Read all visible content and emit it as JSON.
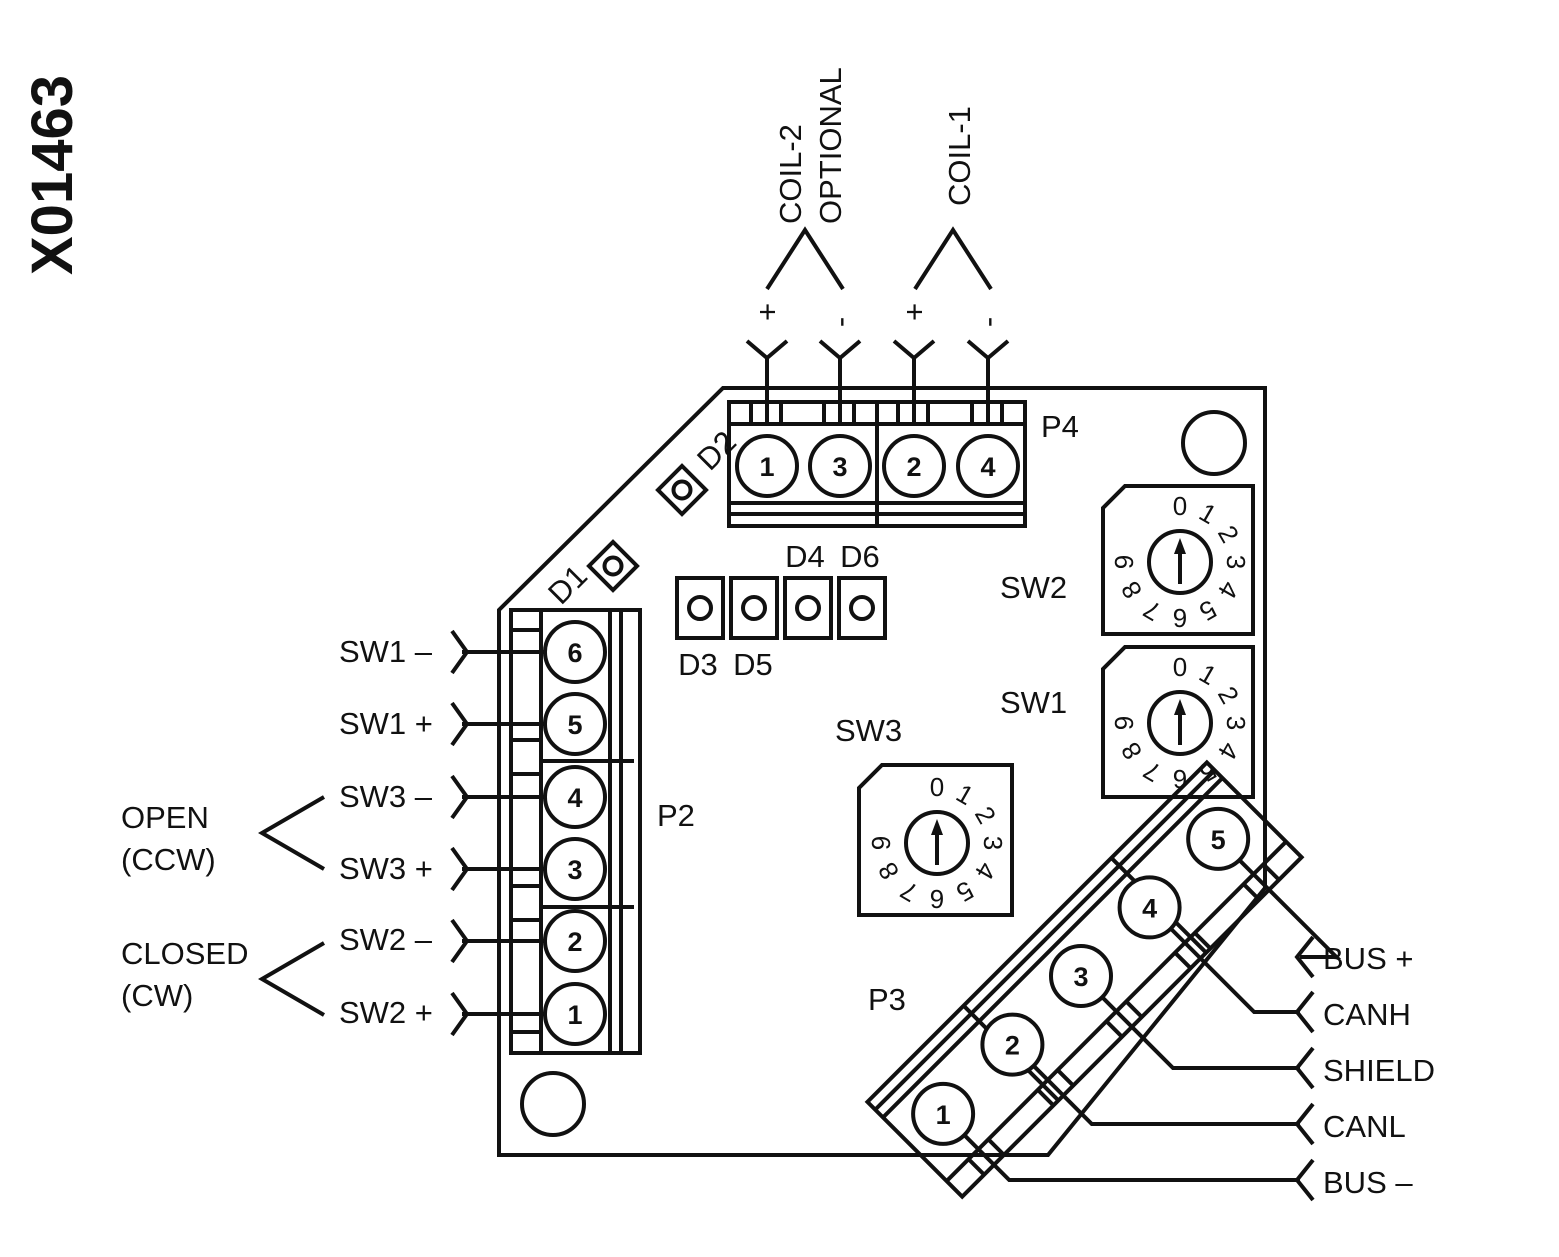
{
  "drawing_code": "X01463",
  "connectors": {
    "p4": {
      "name": "P4",
      "pins": [
        "1",
        "3",
        "2",
        "4"
      ],
      "polarity": [
        "+",
        "-",
        "+",
        "-"
      ]
    },
    "p2": {
      "name": "P2",
      "pins": [
        "6",
        "5",
        "4",
        "3",
        "2",
        "1"
      ],
      "signals": [
        "SW1 –",
        "SW1 +",
        "SW3 –",
        "SW3 +",
        "SW2 –",
        "SW2 +"
      ]
    },
    "p3": {
      "name": "P3",
      "pins": [
        "1",
        "2",
        "3",
        "4",
        "5"
      ],
      "signals": [
        "BUS +",
        "CANH",
        "SHIELD",
        "CANL",
        "BUS –"
      ]
    }
  },
  "coils": {
    "coil2": {
      "line1": "COIL-2",
      "line2": "OPTIONAL"
    },
    "coil1": {
      "line1": "COIL-1"
    }
  },
  "groups": {
    "open": {
      "line1": "OPEN",
      "line2": "(CCW)"
    },
    "closed": {
      "line1": "CLOSED",
      "line2": "(CW)"
    }
  },
  "switches": {
    "sw1": "SW1",
    "sw2": "SW2",
    "sw3": "SW3",
    "dial_digits": [
      "0",
      "1",
      "2",
      "3",
      "4",
      "5",
      "6",
      "7",
      "8",
      "9"
    ]
  },
  "leds": {
    "d1": "D1",
    "d2": "D2",
    "d3": "D3",
    "d4": "D4",
    "d5": "D5",
    "d6": "D6"
  }
}
